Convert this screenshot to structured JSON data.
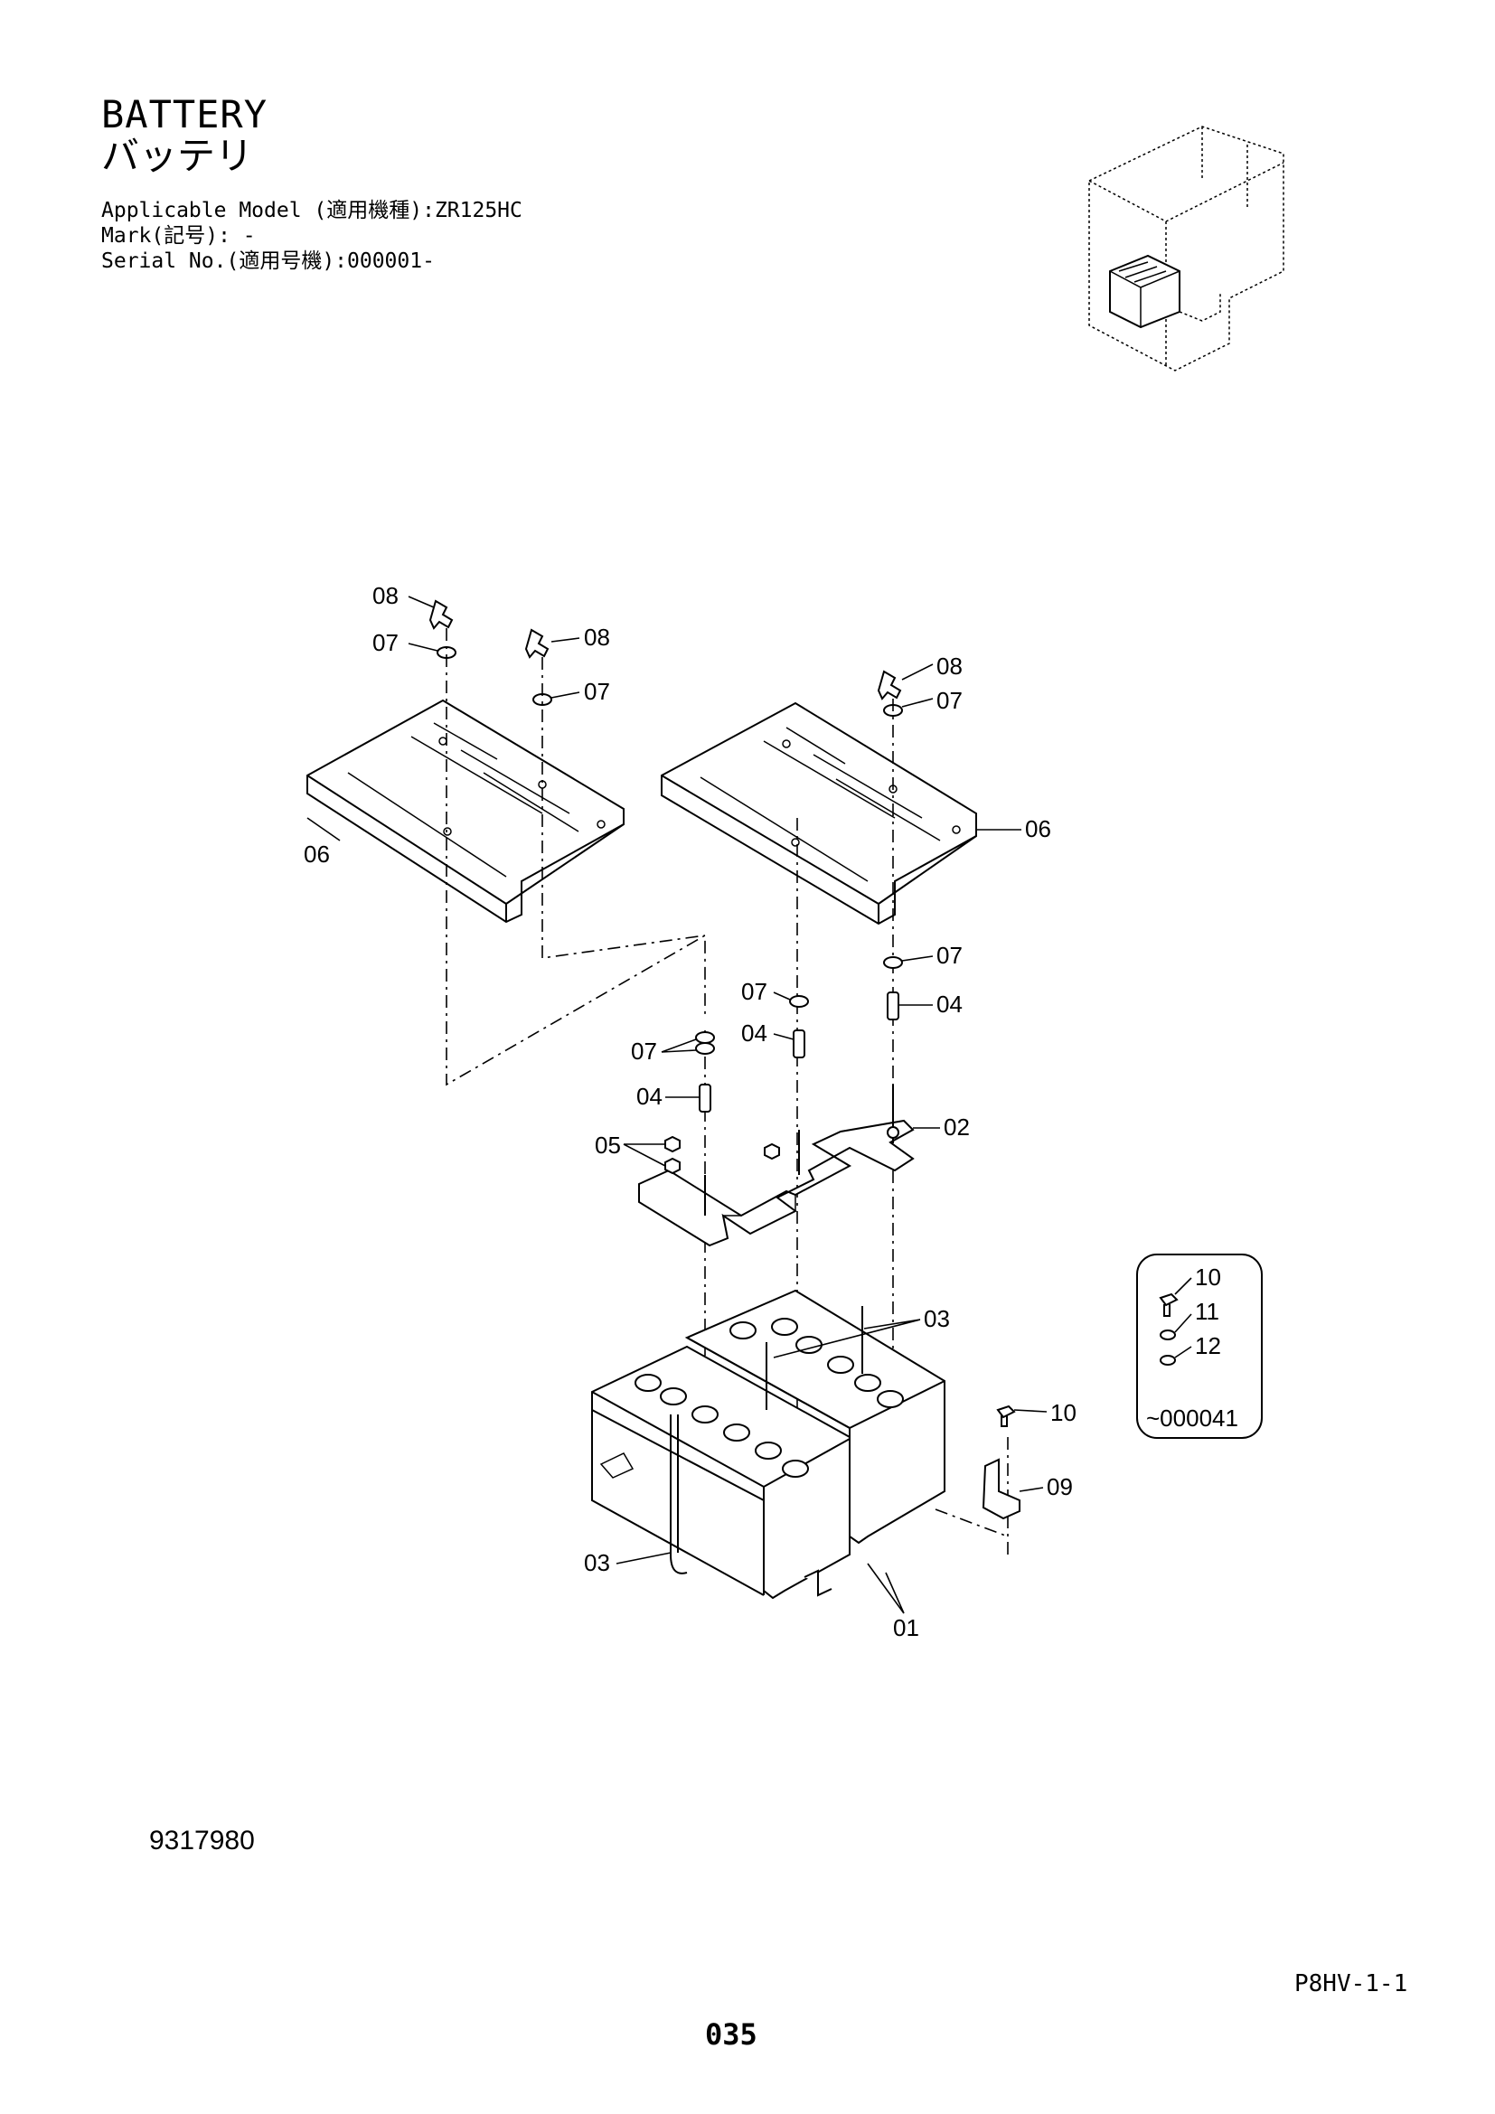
{
  "header": {
    "title": "BATTERY",
    "subtitle": "バッテリ",
    "applicable_model": "Applicable Model (適用機種):ZR125HC",
    "mark": "Mark(記号): -",
    "serial_no": "Serial No.(適用号機):000001-"
  },
  "callouts": {
    "c01": "01",
    "c02": "02",
    "c03a": "03",
    "c03b": "03",
    "c04a": "04",
    "c04b": "04",
    "c04c": "04",
    "c05": "05",
    "c06a": "06",
    "c06b": "06",
    "c07a": "07",
    "c07b": "07",
    "c07c": "07",
    "c07d": "07",
    "c07e": "07",
    "c07f": "07",
    "c08a": "08",
    "c08b": "08",
    "c08c": "08",
    "c09": "09",
    "c10a": "10",
    "c10b": "10",
    "c11": "11",
    "c12": "12",
    "serial_note": "~000041"
  },
  "footer": {
    "drawing_number": "9317980",
    "page_code": "P8HV-1-1",
    "page_number": "035"
  }
}
